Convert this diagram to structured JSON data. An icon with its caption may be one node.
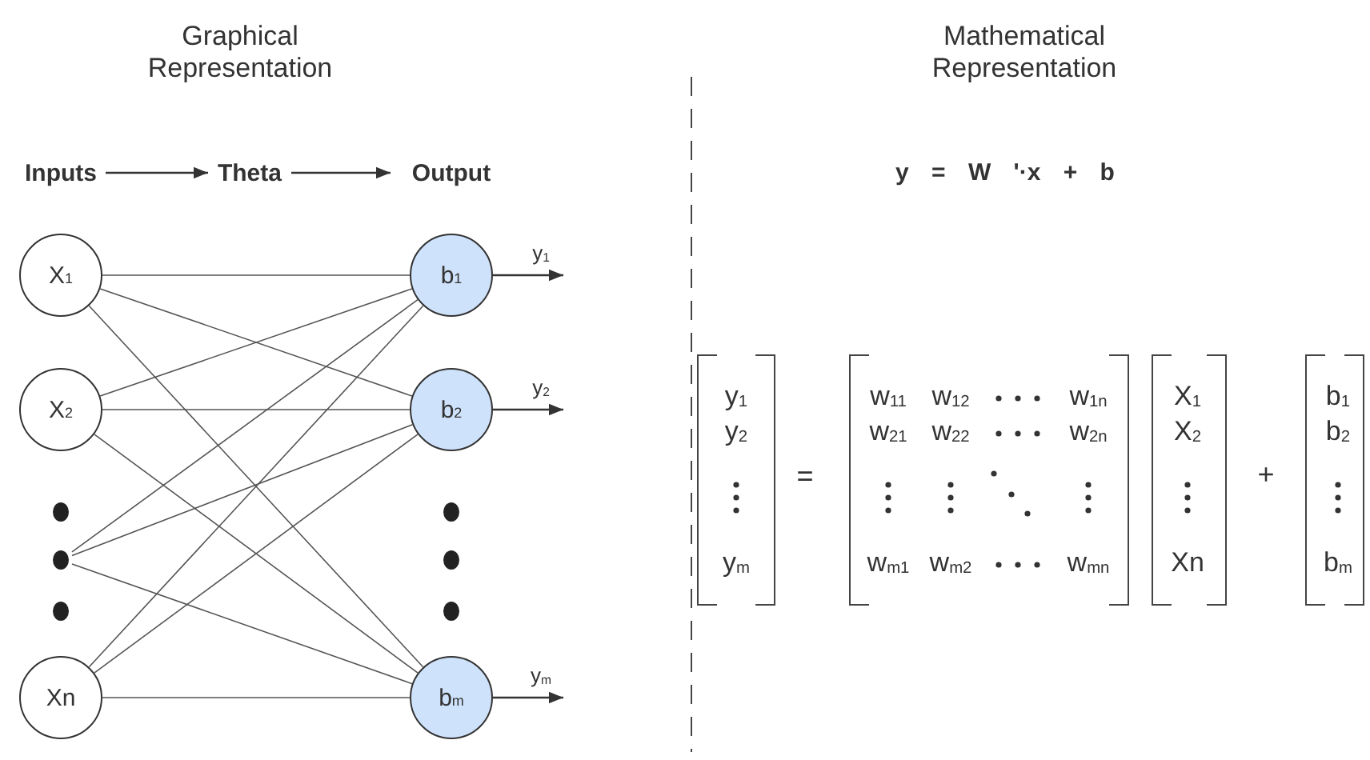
{
  "diagram": {
    "nodes": [
      {
        "text": [
          "Inputs"
        ]
      },
      {
        "text": [
          "Theta"
        ]
      },
      {
        "text": [
          "Output"
        ]
      },
      {
        "text": [
          "X$_{1}$"
        ]
      },
      {
        "text": [
          "X$_{2}$"
        ]
      },
      {
        "text": [],
        "shape": "dots"
      },
      {
        "text": [
          "Xn"
        ]
      },
      {
        "text": [
          "b$_{1}$"
        ]
      },
      {
        "text": [
          "b$_{2}$"
        ]
      },
      {
        "text": [
          "b$_{m}$"
        ]
      },
      {
        "text": [],
        "shape": "dots"
      }
    ],
    "edges": [
      {
        "from": 0,
        "to": 1,
        "arrow": "to"
      },
      {
        "from": 1,
        "to": 2,
        "arrow": "to"
      },
      {
        "from": 3,
        "to": 7,
        "arrow": "none"
      },
      {
        "from": 3,
        "to": 8,
        "arrow": "none"
      },
      {
        "from": 3,
        "to": 9,
        "arrow": "none"
      },
      {
        "from": 4,
        "to": 7,
        "arrow": "none"
      },
      {
        "from": 4,
        "to": 8,
        "arrow": "none"
      },
      {
        "from": 4,
        "to": 9,
        "arrow": "none"
      },
      {
        "from": 5,
        "to": 7,
        "arrow": "none"
      },
      {
        "from": 5,
        "to": 8,
        "arrow": "none"
      },
      {
        "from": 5,
        "to": 9,
        "arrow": "none"
      },
      {
        "from": 6,
        "to": 7,
        "arrow": "none"
      },
      {
        "from": 6,
        "to": 8,
        "arrow": "none"
      },
      {
        "from": 6,
        "to": 9,
        "arrow": "none"
      },
      {
        "from": 7,
        "to": null,
        "arrow": "to",
        "label": "y$_{1}$"
      },
      {
        "from": 8,
        "to": null,
        "arrow": "to",
        "label": "y$_{2}$"
      },
      {
        "from": 9,
        "to": null,
        "arrow": "to",
        "label": "y$_{m}$"
      }
    ],
    "labels": [
      "Graphical Representation",
      "Mathematical Representation",
      "y = W '·x + b",
      "y$_{1}$",
      "y$_{2}$",
      "y$_{m}$",
      "=",
      "w$_{11}$",
      "w$_{12}$",
      "w$_{1n}$",
      "w$_{21}$",
      "w$_{22}$",
      "w$_{2n}$",
      "w$_{m1}$",
      "w$_{m2}$",
      "w$_{mn}$",
      "X$_{1}$",
      "X$_{2}$",
      "Xn",
      "+",
      "b$_{1}$",
      "b$_{2}$",
      "b$_{m}$"
    ]
  }
}
